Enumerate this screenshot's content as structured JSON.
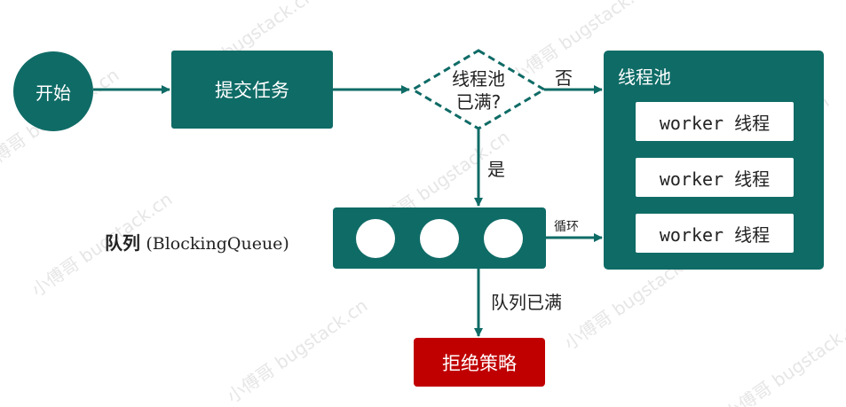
{
  "nodes": {
    "start": "开始",
    "submit_task": "提交任务",
    "decision": [
      "线程池",
      "已满?"
    ],
    "thread_pool": {
      "title": "线程池",
      "workers": [
        "worker 线程",
        "worker 线程",
        "worker 线程"
      ]
    },
    "queue": {
      "label": "队列",
      "sublabel": "(BlockingQueue)"
    },
    "reject_policy": "拒绝策略"
  },
  "edges": {
    "no": "否",
    "yes": "是",
    "loop": "循环",
    "queue_full": "队列已满"
  },
  "watermark": "小傅哥 bugstack.cn",
  "colors": {
    "primary": "#0f6b66",
    "reject": "#c00000",
    "watermark": "#d2d2d2"
  }
}
